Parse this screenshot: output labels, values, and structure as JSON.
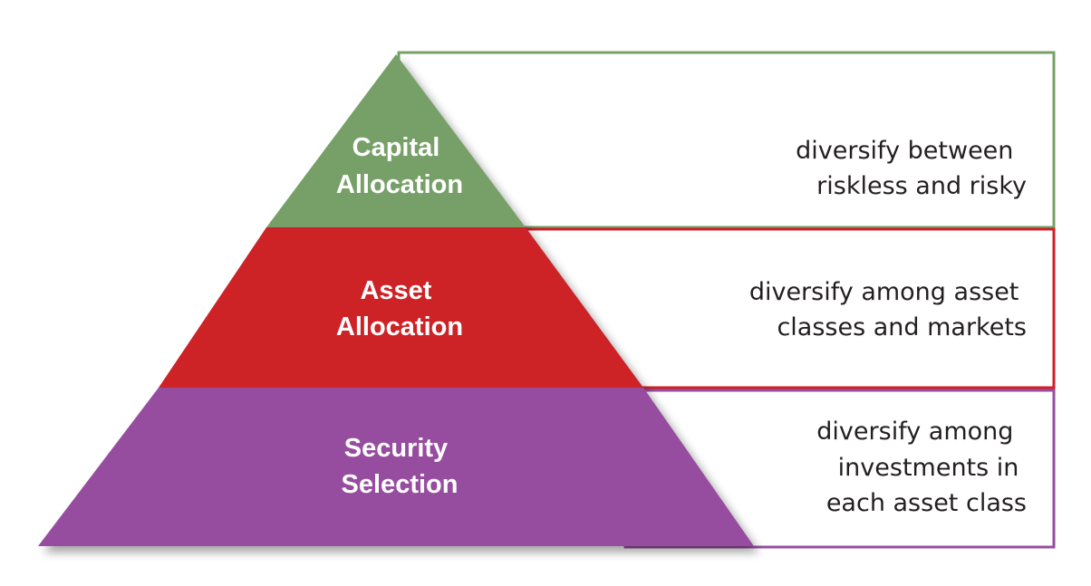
{
  "tiers": [
    {
      "id": "capital-allocation",
      "label_lines": [
        "Capital",
        "Allocation"
      ],
      "description_lines": [
        "diversify between",
        "riskless and risky"
      ],
      "color": "#77a067"
    },
    {
      "id": "asset-allocation",
      "label_lines": [
        "Asset",
        "Allocation"
      ],
      "description_lines": [
        "diversify among asset",
        "classes and markets"
      ],
      "color": "#cd2128"
    },
    {
      "id": "security-selection",
      "label_lines": [
        "Security",
        "Selection"
      ],
      "description_lines": [
        "diversify among",
        "investments in",
        "each asset class"
      ],
      "color": "#974e9f"
    }
  ]
}
